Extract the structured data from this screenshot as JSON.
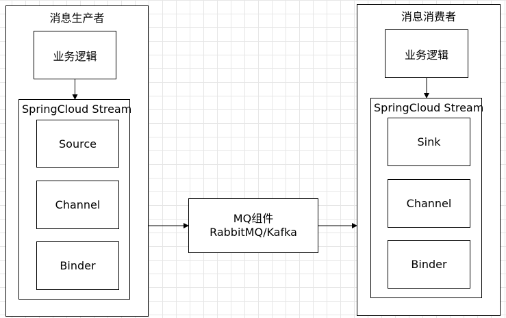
{
  "producer": {
    "title": "消息生产者",
    "business_logic": "业务逻辑",
    "stream": {
      "title": "SpringCloud Stream",
      "components": [
        "Source",
        "Channel",
        "Binder"
      ]
    }
  },
  "middleware": {
    "line1": "MQ组件",
    "line2": "RabbitMQ/Kafka"
  },
  "consumer": {
    "title": "消息消费者",
    "business_logic": "业务逻辑",
    "stream": {
      "title": "SpringCloud Stream",
      "components": [
        "Sink",
        "Channel",
        "Binder"
      ]
    }
  }
}
